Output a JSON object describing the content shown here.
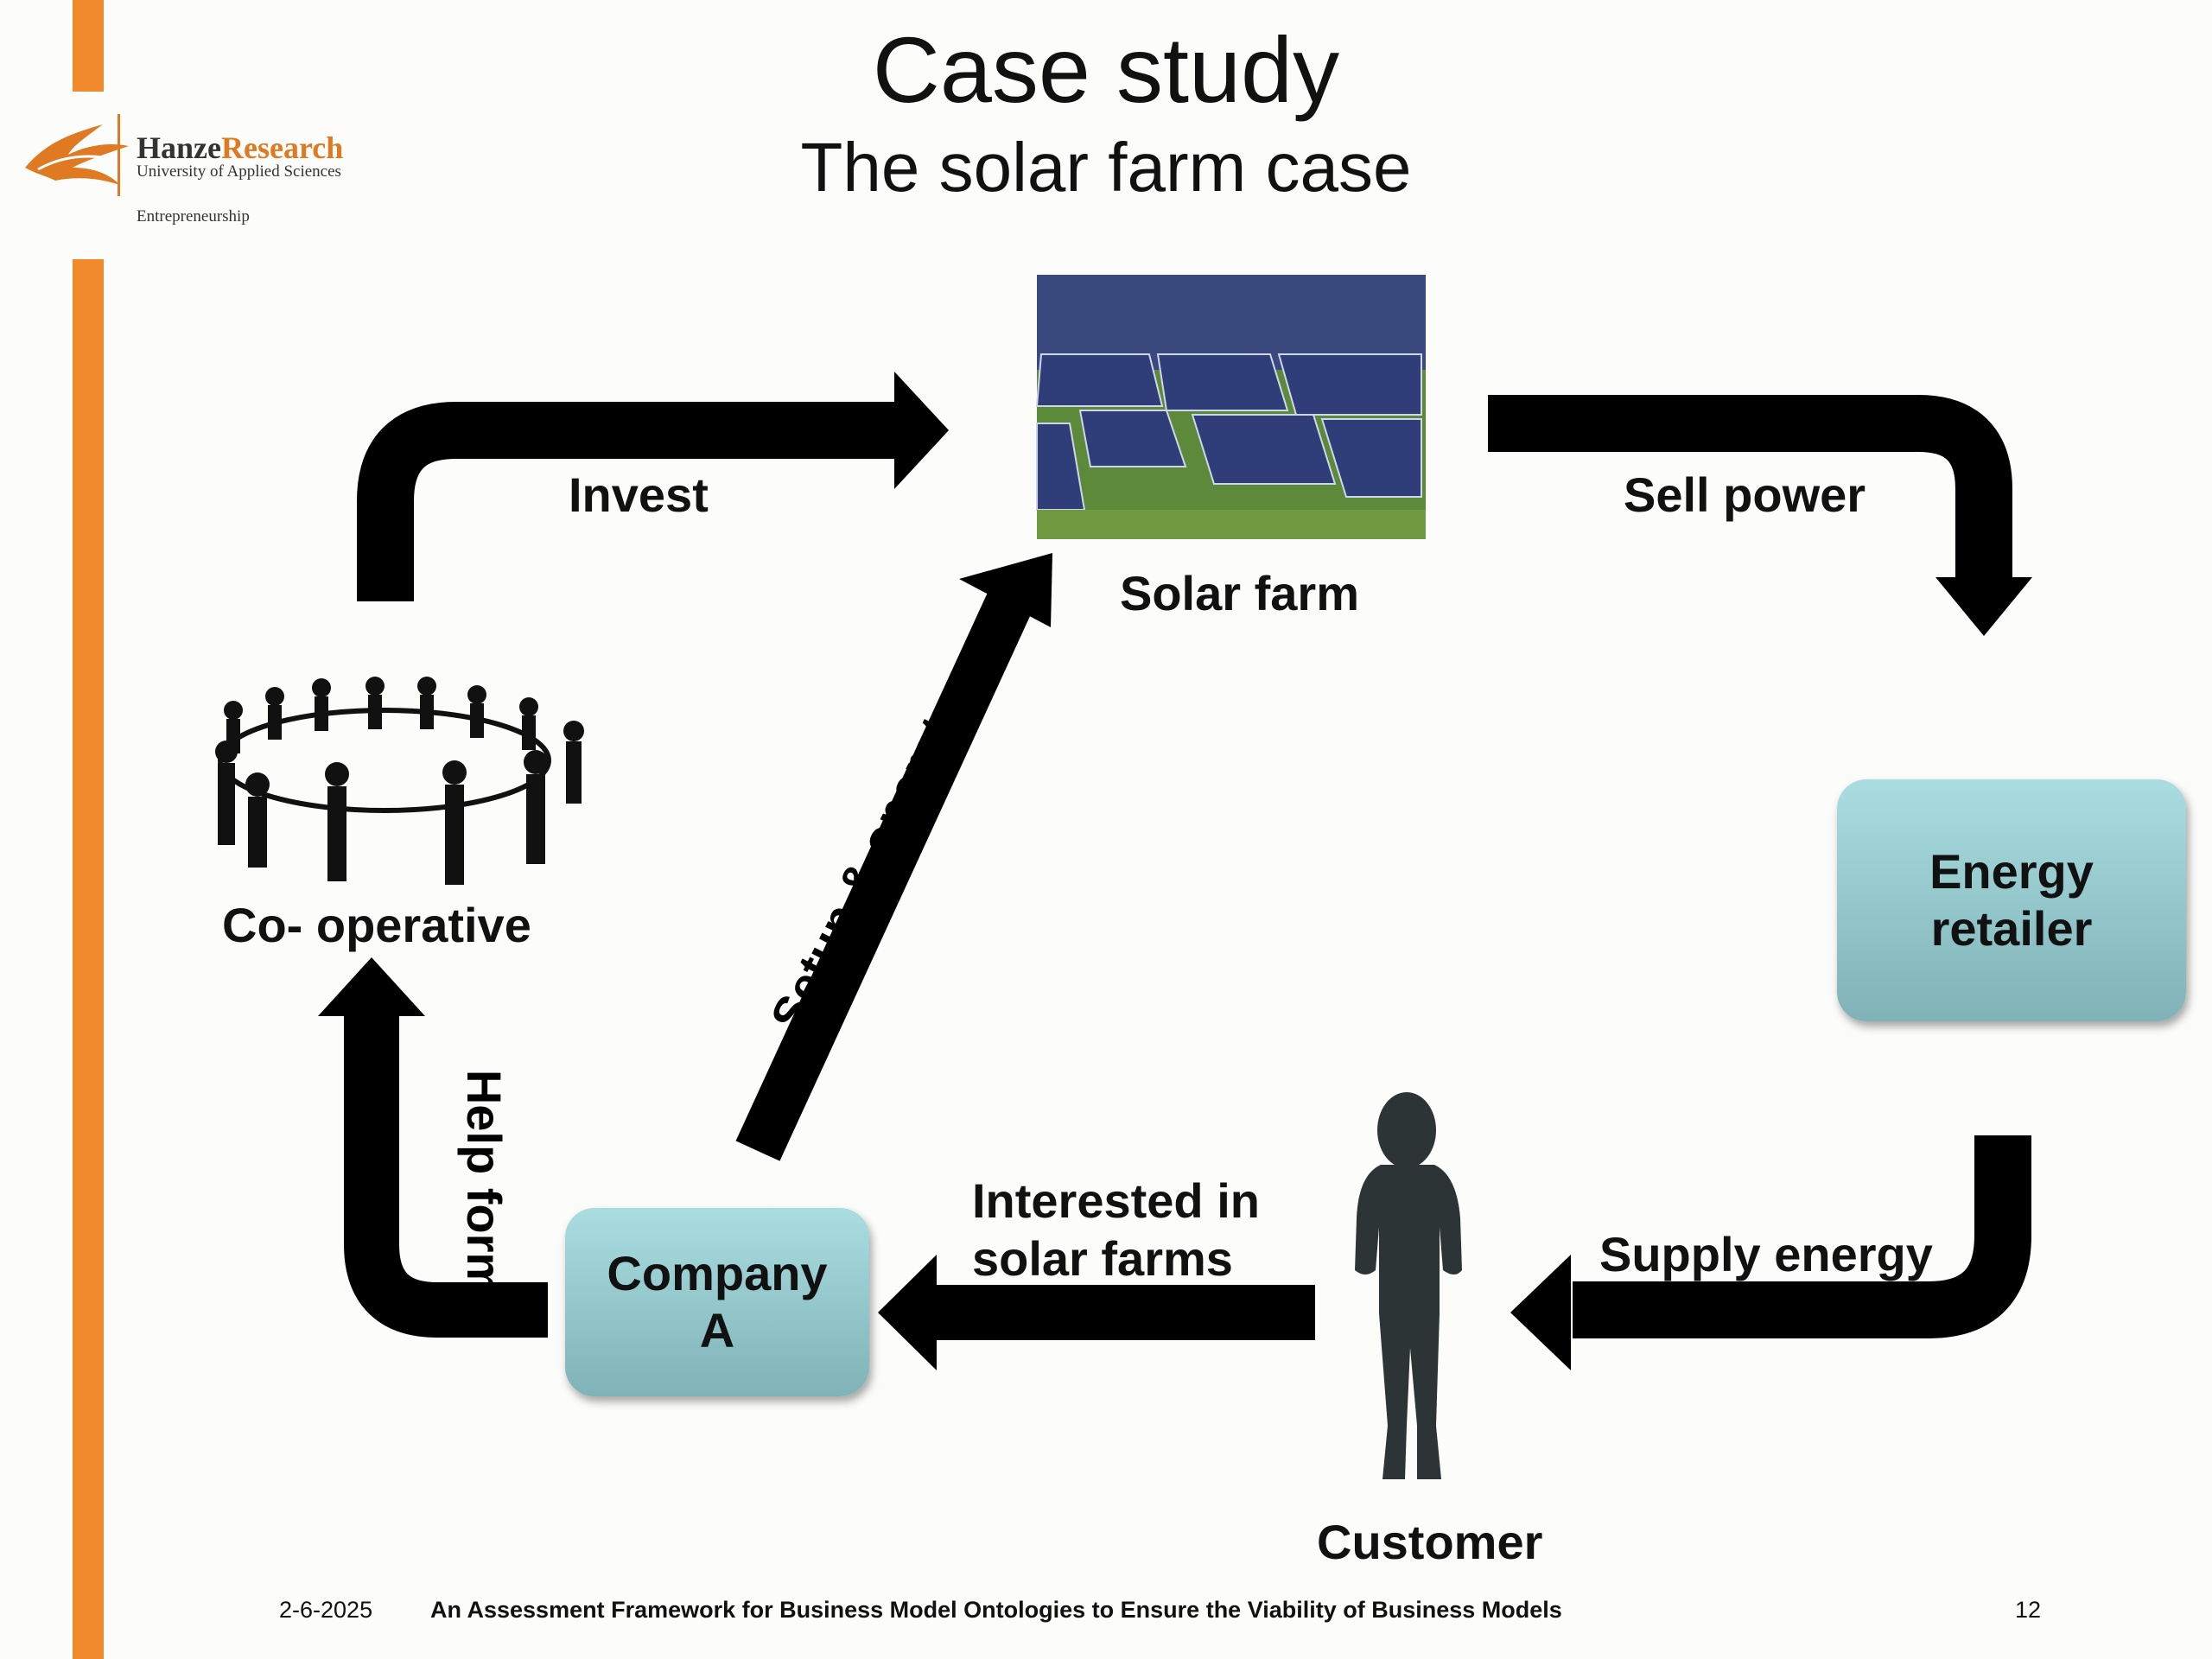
{
  "header": {
    "title": "Case study",
    "subtitle": "The solar farm case"
  },
  "logo": {
    "name_part1": "Hanze",
    "name_part2": "Research",
    "university": "University of Applied Sciences",
    "department": "Entrepreneurship"
  },
  "nodes": {
    "solar_farm": "Solar farm",
    "cooperative": "Co- operative",
    "energy_retailer": "Energy\nretailer",
    "company_a": "Company\nA",
    "customer": "Customer"
  },
  "edges": {
    "invest": "Invest",
    "sell_power": "Sell power",
    "setup_operate": "Setup & operate",
    "help_form": "Help form",
    "interested_line1": "Interested in",
    "interested_line2": "solar farms",
    "supply_energy": "Supply energy"
  },
  "footer": {
    "date": "2-6-2025",
    "text": "An Assessment Framework for Business Model Ontologies to Ensure the Viability of Business Models",
    "page": "12"
  },
  "colors": {
    "accent_orange": "#f08a2c",
    "box_teal": "#a9dde0",
    "arrow": "#000000"
  }
}
